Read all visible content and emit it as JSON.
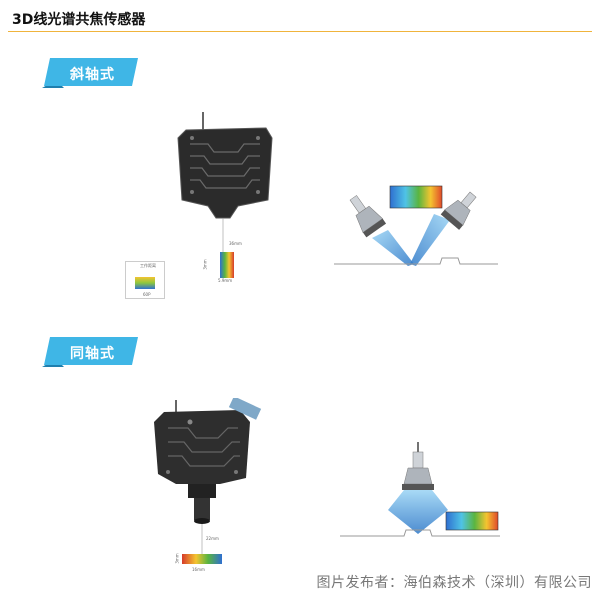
{
  "page": {
    "title": "3D线光谱共焦传感器"
  },
  "sections": [
    {
      "tag": "斜轴式",
      "sensor_figure": {
        "dim_standoff": "36mm",
        "dim_width": "5.9mm",
        "dim_range": "3mm",
        "inset_label": "工作距离",
        "inset_bottom": "60P"
      }
    },
    {
      "tag": "同轴式",
      "sensor_figure": {
        "dim_standoff": "22mm",
        "dim_width": "16mm",
        "dim_range": "3mm"
      }
    }
  ],
  "watermark": "图片发布者：海伯森技术（深圳）有限公司",
  "colors": {
    "title_rule": "#f0b43c",
    "tag_fill": "#3fb6e6",
    "tag_shadow": "#1f7fae"
  }
}
